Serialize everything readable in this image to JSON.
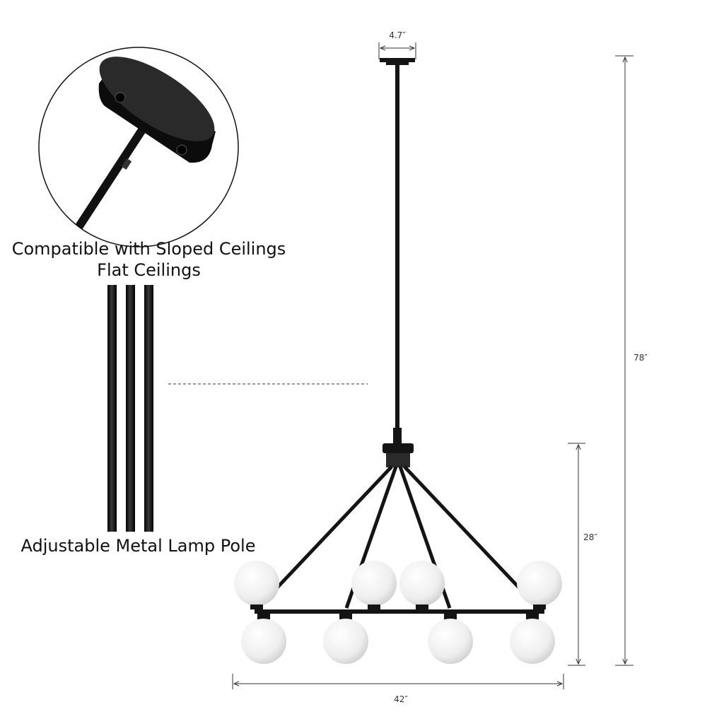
{
  "captions": {
    "mount_line1": "Compatible with Sloped Ceilings",
    "mount_line2": "Flat Ceilings",
    "pole": "Adjustable Metal Lamp Pole"
  },
  "dimensions": {
    "canopy_width": "4.7″",
    "total_height": "78″",
    "body_height": "28″",
    "body_width": "42″"
  },
  "colors": {
    "metal": "#141414",
    "globe": "#f2f2f2",
    "dimension_line": "#333333"
  }
}
